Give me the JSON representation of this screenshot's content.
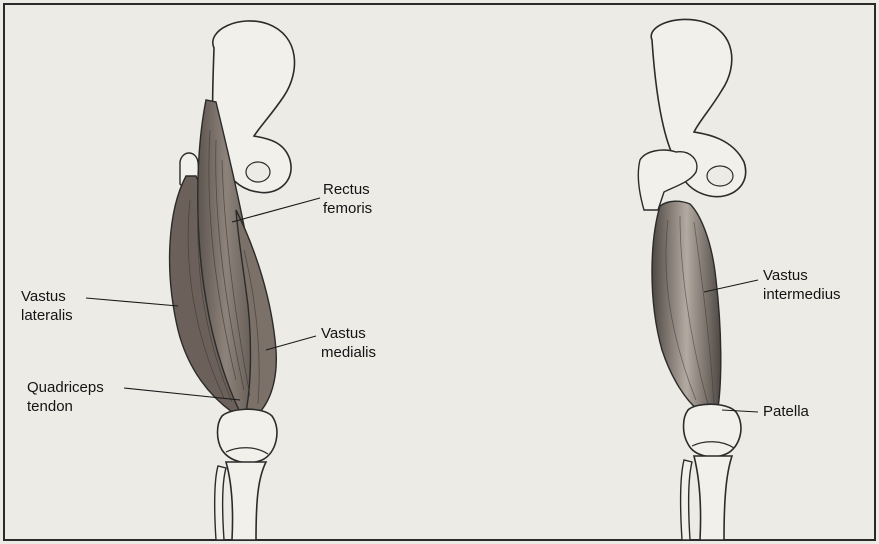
{
  "colors": {
    "background": "#ecebe6",
    "frame": "#2a2a2a",
    "bone_fill": "#f2f0ea",
    "bone_stroke": "#2b2b2b",
    "muscle_dark": "#6b615a",
    "muscle_mid": "#8d837b",
    "muscle_light": "#b9b1a8",
    "leader": "#1a1a1a"
  },
  "labels": {
    "rectus_femoris": [
      "Rectus",
      "femoris"
    ],
    "vastus_lateralis": [
      "Vastus",
      "lateralis"
    ],
    "vastus_medialis": [
      "Vastus",
      "medialis"
    ],
    "quadriceps_tendon": [
      "Quadriceps",
      "tendon"
    ],
    "vastus_intermedius": [
      "Vastus",
      "intermedius"
    ],
    "patella": "Patella"
  }
}
